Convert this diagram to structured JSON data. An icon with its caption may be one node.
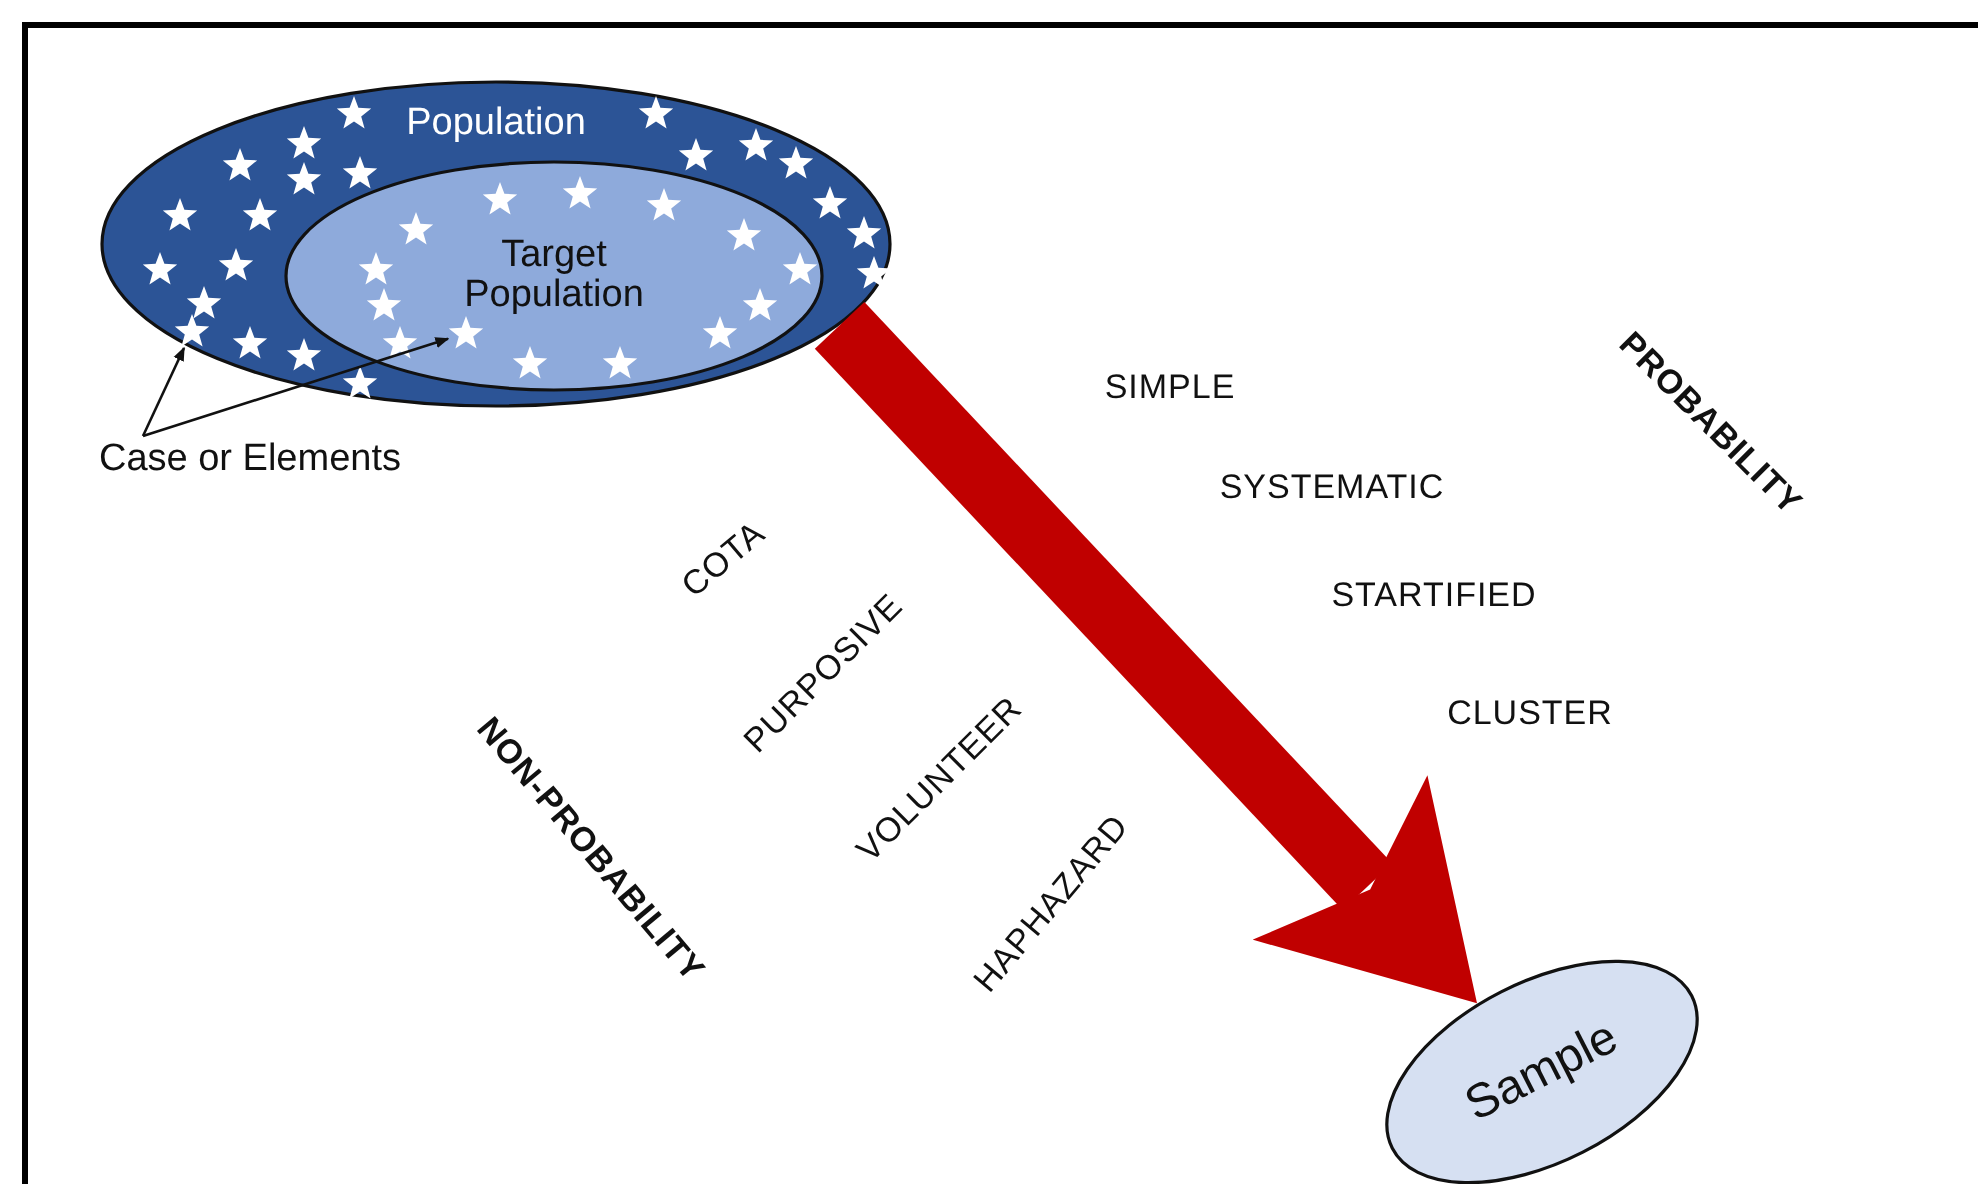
{
  "diagram": {
    "nodes": [
      {
        "text": [
          "Population"
        ]
      },
      {
        "text": [
          "Target Population"
        ],
        "in": 0
      },
      {
        "text": [
          "Case or Elements"
        ]
      },
      {
        "text": [],
        "shape": "star",
        "in": 0
      },
      {
        "text": [],
        "shape": "star",
        "in": 1
      },
      {
        "text": [
          "Sample"
        ]
      }
    ],
    "edges": [
      {
        "from": 0,
        "to": 5,
        "arrow": "to",
        "style": "thick",
        "color": "#c00000"
      },
      {
        "from": 2,
        "to": 3,
        "arrow": "to"
      },
      {
        "from": 2,
        "to": 4,
        "arrow": "to"
      }
    ],
    "labels": [
      "SIMPLE",
      "PROBABILITY",
      "SYSTEMATIC",
      "COTA",
      "STARTIFIED",
      "PURPOSIVE",
      "CLUSTER",
      "NON-PROBABILITY",
      "VOLUNTEER",
      "HAPHAZARD"
    ]
  }
}
